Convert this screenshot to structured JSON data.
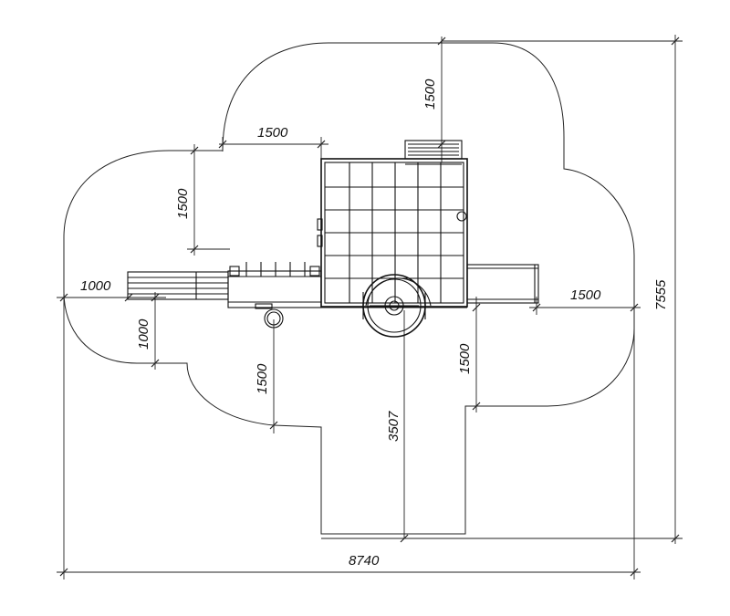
{
  "dimensions": {
    "overall_width": "8740",
    "overall_height": "7555",
    "center_depth": "3507",
    "top_offset": "1500",
    "upper_left_width": "1500",
    "upper_left_height": "1500",
    "left_offset": "1000",
    "left_lower": "1000",
    "lower_left": "1500",
    "lower_right": "1500",
    "right_offset": "1500"
  },
  "icons": {
    "tower": "grid-tower-icon",
    "wheel": "wheel-icon",
    "bench": "bench-icon",
    "slide": "slide-icon"
  }
}
